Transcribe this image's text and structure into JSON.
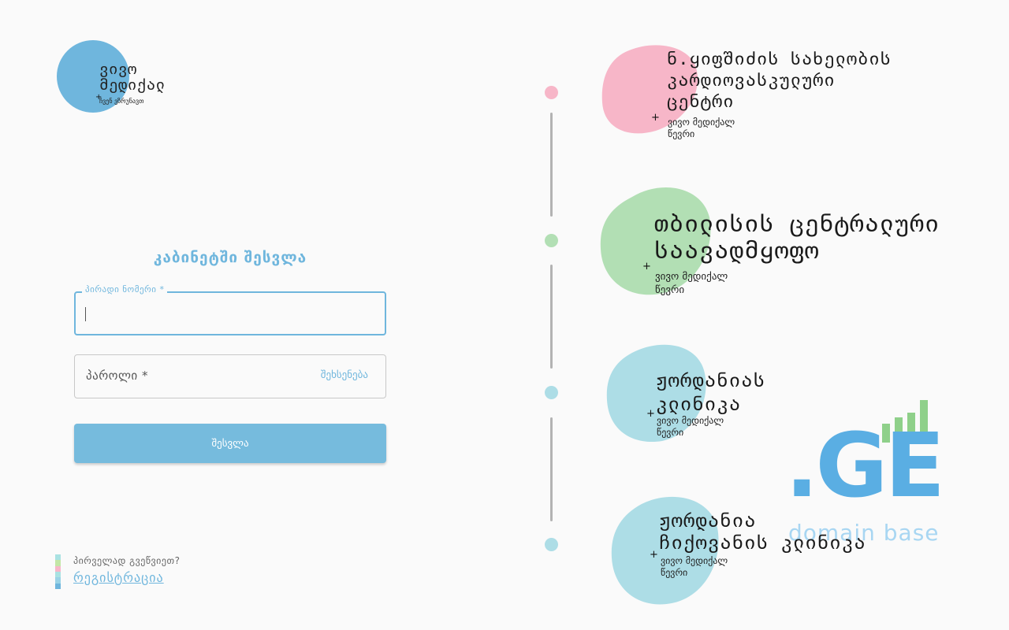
{
  "logo": {
    "line1": "ვივო",
    "line2": "მედიქალ",
    "plus": "+",
    "tagline": "ჩვენ ვზრუნავთ"
  },
  "login": {
    "title": "კაბინეტში შესვლა",
    "id_field_label": "პირადი ნომერი *",
    "id_field_value": "",
    "password_label": "პაროლი *",
    "remember_label": "შეხსენება",
    "submit_label": "შესვლა"
  },
  "first_visit": {
    "question": "პირველად გვეწვიეთ?",
    "register_label": "რეგისტრაცია",
    "stripe_colors": [
      "#a9e2e2",
      "#c3e6a6",
      "#f7b6c8",
      "#a9e2e2",
      "#9ad3e6",
      "#6fb6dd"
    ]
  },
  "clinics": [
    {
      "name_line1": "ნ.ყიფშიძის სახელობის",
      "name_line2": "კარდიოვასკულური",
      "name_line3": "ცენტრი",
      "plus": "+",
      "sub_line1": "ვივო მედიქალ",
      "sub_line2": "წევრი",
      "color": "#f7b6c8"
    },
    {
      "name_line1": "თბილისის ცენტრალური",
      "name_line2": "საავადმყოფო",
      "plus": "+",
      "sub_line1": "ვივო მედიქალ",
      "sub_line2": "წევრი",
      "color": "#b2dfb4"
    },
    {
      "name_line1": "ჟორდანიას",
      "name_line2": "კლინიკა",
      "plus": "+",
      "sub_line1": "ვივო მედიქალ",
      "sub_line2": "წევრი",
      "color": "#addde6"
    },
    {
      "name_line1": "ჟორდანია",
      "name_line2": "ჩიქოვანის კლინიკა",
      "plus": "+",
      "sub_line1": "ვივო მედიქალ",
      "sub_line2": "წევრი",
      "color": "#addde6"
    }
  ],
  "timeline": {
    "line_color": "#b3b3b3",
    "dot_colors": [
      "#f7b6c8",
      "#b2dfb4",
      "#addde6",
      "#addde6"
    ]
  },
  "watermark": {
    "main": ".GE",
    "sub": "domain base",
    "bar_color": "#8fd08a",
    "main_color": "#5aaee3"
  },
  "colors": {
    "accent": "#6fb6dd",
    "button": "#76bbdd",
    "background": "#fafafa"
  }
}
